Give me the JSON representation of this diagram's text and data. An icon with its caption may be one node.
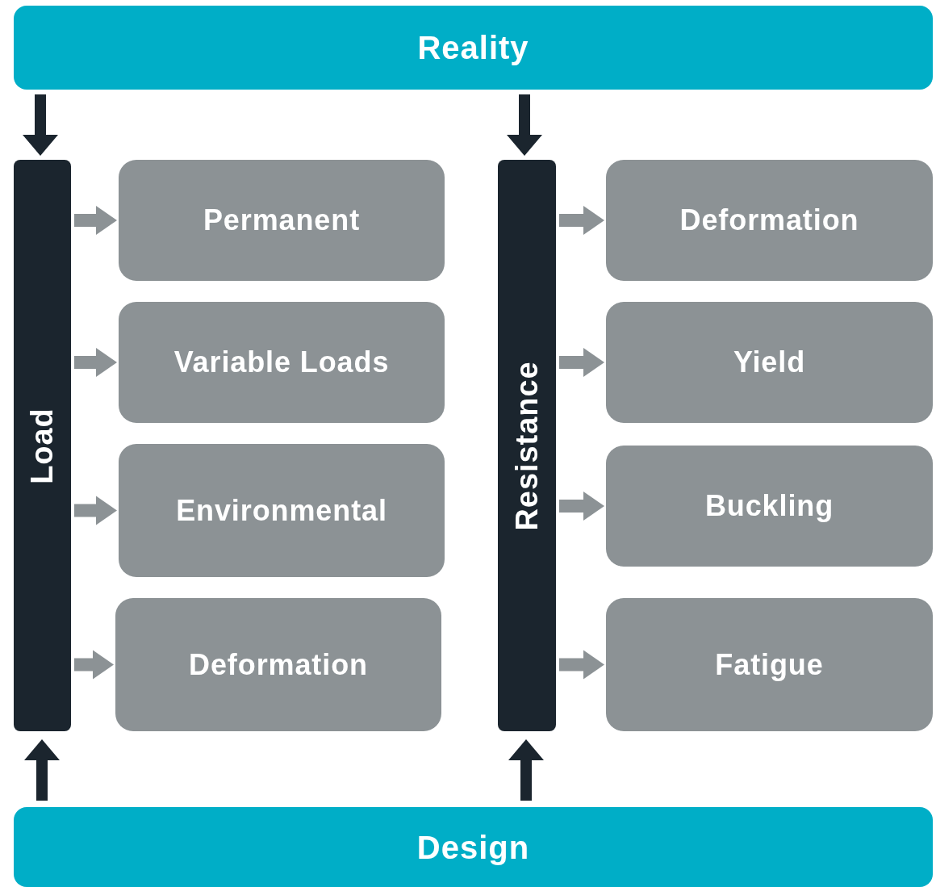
{
  "diagram": {
    "nodes": [
      {
        "text": [
          "Reality"
        ]
      },
      {
        "text": [
          "Load"
        ]
      },
      {
        "text": [
          "Permanent"
        ]
      },
      {
        "text": [
          "Variable Loads"
        ]
      },
      {
        "text": [
          "Environmental"
        ]
      },
      {
        "text": [
          "Deformation"
        ]
      },
      {
        "text": [
          "Resistance"
        ]
      },
      {
        "text": [
          "Deformation"
        ]
      },
      {
        "text": [
          "Yield"
        ]
      },
      {
        "text": [
          "Buckling"
        ]
      },
      {
        "text": [
          "Fatigue"
        ]
      },
      {
        "text": [
          "Design"
        ]
      }
    ],
    "edges": [
      {
        "from": 0,
        "to": 1,
        "arrow": "to",
        "color": "#1b252e"
      },
      {
        "from": 0,
        "to": 6,
        "arrow": "to",
        "color": "#1b252e"
      },
      {
        "from": 11,
        "to": 1,
        "arrow": "to",
        "color": "#1b252e"
      },
      {
        "from": 11,
        "to": 6,
        "arrow": "to",
        "color": "#1b252e"
      },
      {
        "from": 1,
        "to": 2,
        "arrow": "to"
      },
      {
        "from": 1,
        "to": 3,
        "arrow": "to"
      },
      {
        "from": 1,
        "to": 4,
        "arrow": "to"
      },
      {
        "from": 1,
        "to": 5,
        "arrow": "to"
      },
      {
        "from": 6,
        "to": 7,
        "arrow": "to"
      },
      {
        "from": 6,
        "to": 8,
        "arrow": "to"
      },
      {
        "from": 6,
        "to": 9,
        "arrow": "to"
      },
      {
        "from": 6,
        "to": 10,
        "arrow": "to"
      }
    ]
  }
}
